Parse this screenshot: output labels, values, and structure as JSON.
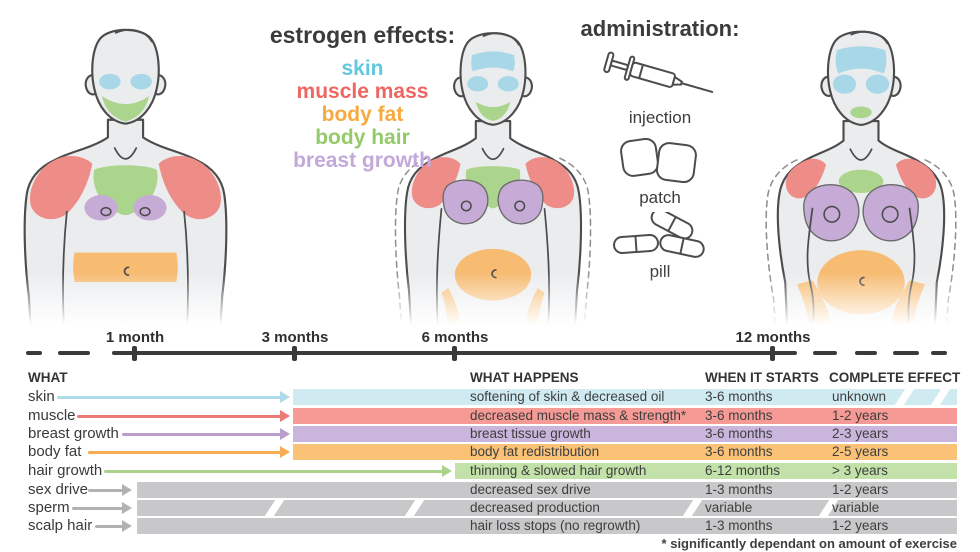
{
  "legend": {
    "title": "estrogen effects:",
    "items": [
      {
        "label": "skin",
        "color": "#62c7df"
      },
      {
        "label": "muscle mass",
        "color": "#ee6661"
      },
      {
        "label": "body fat",
        "color": "#f6a93f"
      },
      {
        "label": "body hair",
        "color": "#95ca68"
      },
      {
        "label": "breast growth",
        "color": "#c3a9da"
      }
    ]
  },
  "administration": {
    "title": "administration:",
    "methods": [
      {
        "label": "injection",
        "icon": "syringe-icon"
      },
      {
        "label": "patch",
        "icon": "patch-icon"
      },
      {
        "label": "pill",
        "icon": "pill-icon"
      }
    ]
  },
  "timeline": {
    "ticks": [
      "1 month",
      "3 months",
      "6 months",
      "12 months"
    ]
  },
  "table": {
    "headers": {
      "what": "WHAT",
      "what_happens": "WHAT HAPPENS",
      "when_it_starts": "WHEN IT STARTS",
      "complete_effect": "COMPLETE EFFECT"
    },
    "rows": [
      {
        "what": "skin",
        "what_happens": "softening of skin & decreased oil",
        "when_it_starts": "3-6 months",
        "complete_effect": "unknown",
        "bar_color": "#d0eaf2",
        "arrow_color": "#aedbe9"
      },
      {
        "what": "muscle",
        "what_happens": "decreased muscle mass & strength*",
        "when_it_starts": "3-6 months",
        "complete_effect": "1-2 years",
        "bar_color": "#f69a96",
        "arrow_color": "#ee7a75"
      },
      {
        "what": "breast growth",
        "what_happens": "breast tissue growth",
        "when_it_starts": "3-6 months",
        "complete_effect": "2-3 years",
        "bar_color": "#cab5dc",
        "arrow_color": "#b99dcc"
      },
      {
        "what": "body fat",
        "what_happens": "body fat redistribution",
        "when_it_starts": "3-6 months",
        "complete_effect": "2-5 years",
        "bar_color": "#f9c277",
        "arrow_color": "#f6ac50"
      },
      {
        "what": "hair growth",
        "what_happens": "thinning & slowed hair growth",
        "when_it_starts": "6-12 months",
        "complete_effect": "> 3 years",
        "bar_color": "#c3e2a9",
        "arrow_color": "#abd38a"
      },
      {
        "what": "sex drive",
        "what_happens": "decreased sex drive",
        "when_it_starts": "1-3 months",
        "complete_effect": "1-2 years",
        "bar_color": "#c8c8ca",
        "arrow_color": "#b2b2b4"
      },
      {
        "what": "sperm",
        "what_happens": "decreased production",
        "when_it_starts": "variable",
        "complete_effect": "variable",
        "bar_color": "#c8c8ca",
        "arrow_color": "#b2b2b4"
      },
      {
        "what": "scalp hair",
        "what_happens": "hair loss stops (no regrowth)",
        "when_it_starts": "1-3 months",
        "complete_effect": "1-2 years",
        "bar_color": "#c8c8ca",
        "arrow_color": "#b2b2b4"
      }
    ],
    "footnote": "* significantly dependant on amount of exercise"
  }
}
